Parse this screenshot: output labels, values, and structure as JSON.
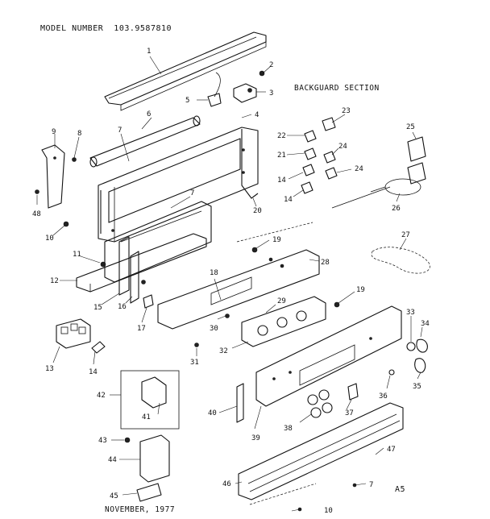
{
  "header": {
    "model_label": "MODEL NUMBER",
    "model_number": "103.9587810",
    "section_title": "BACKGUARD SECTION",
    "footer_date": "NOVEMBER, 1977",
    "page_code": "A5"
  },
  "callouts": [
    "1",
    "2",
    "3",
    "4",
    "5",
    "6",
    "7",
    "7",
    "7",
    "8",
    "9",
    "10",
    "10",
    "11",
    "12",
    "13",
    "14",
    "14",
    "14",
    "15",
    "16",
    "17",
    "18",
    "19",
    "19",
    "20",
    "21",
    "22",
    "23",
    "24",
    "24",
    "25",
    "26",
    "27",
    "28",
    "29",
    "30",
    "31",
    "32",
    "33",
    "34",
    "35",
    "36",
    "37",
    "38",
    "39",
    "40",
    "41",
    "42",
    "43",
    "44",
    "45",
    "46",
    "47",
    "48"
  ]
}
